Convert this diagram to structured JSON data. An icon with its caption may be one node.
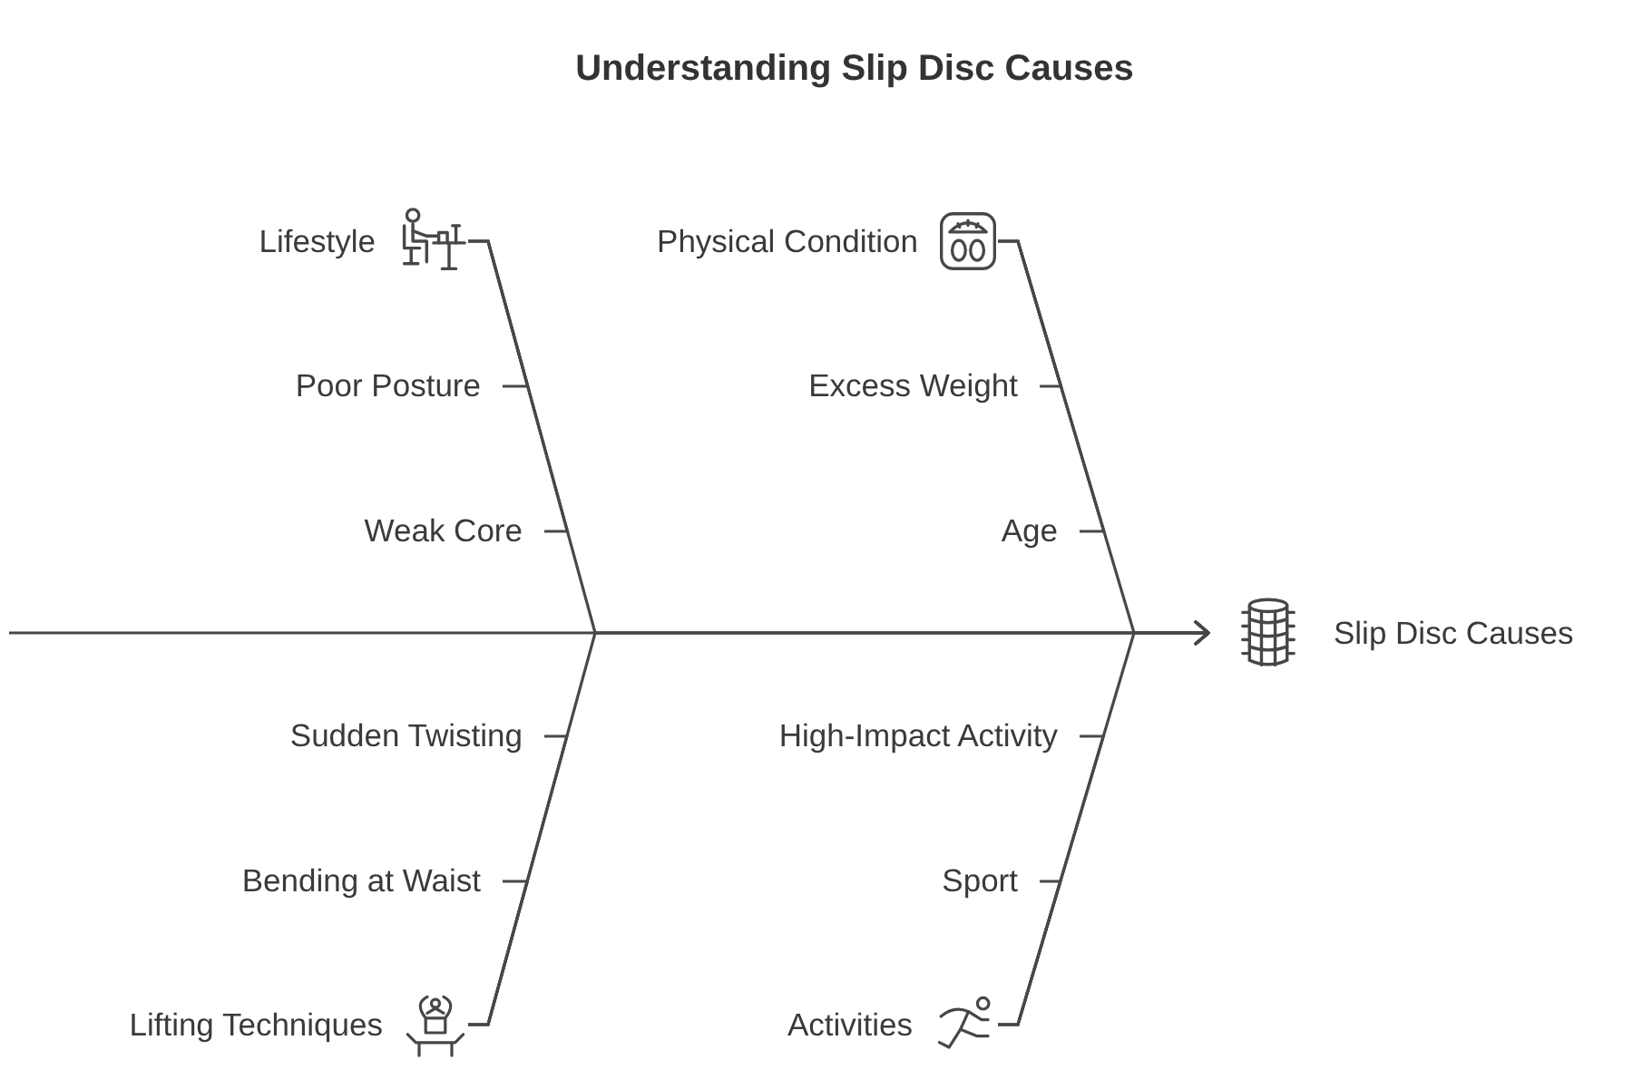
{
  "diagram": {
    "title": "Understanding Slip Disc Causes",
    "nodes": [
      {
        "text": [
          "Lifestyle"
        ]
      },
      {
        "text": [
          "Physical Condition"
        ]
      },
      {
        "text": [
          "Poor Posture"
        ]
      },
      {
        "text": [
          "Excess Weight"
        ]
      },
      {
        "text": [
          "Weak Core"
        ]
      },
      {
        "text": [
          "Age"
        ]
      },
      {
        "text": [
          "Slip Disc Causes"
        ]
      },
      {
        "text": [
          "Sudden Twisting"
        ]
      },
      {
        "text": [
          "High-Impact Activity"
        ]
      },
      {
        "text": [
          "Bending at Waist"
        ]
      },
      {
        "text": [
          "Sport"
        ]
      },
      {
        "text": [
          "Lifting Techniques"
        ]
      },
      {
        "text": [
          "Activities"
        ]
      }
    ],
    "edges": [
      {
        "from": null,
        "to": 6,
        "arrow": "to"
      },
      {
        "from": 0,
        "to": 6,
        "arrow": "to"
      },
      {
        "from": 1,
        "to": 6,
        "arrow": "to"
      },
      {
        "from": 11,
        "to": 6,
        "arrow": "to"
      },
      {
        "from": 12,
        "to": 6,
        "arrow": "to"
      },
      {
        "from": 2,
        "to": 0,
        "arrow": "none"
      },
      {
        "from": 4,
        "to": 0,
        "arrow": "none"
      },
      {
        "from": 3,
        "to": 1,
        "arrow": "none"
      },
      {
        "from": 5,
        "to": 1,
        "arrow": "none"
      },
      {
        "from": 7,
        "to": 11,
        "arrow": "none"
      },
      {
        "from": 9,
        "to": 11,
        "arrow": "none"
      },
      {
        "from": 8,
        "to": 12,
        "arrow": "none"
      },
      {
        "from": 10,
        "to": 12,
        "arrow": "none"
      }
    ]
  }
}
